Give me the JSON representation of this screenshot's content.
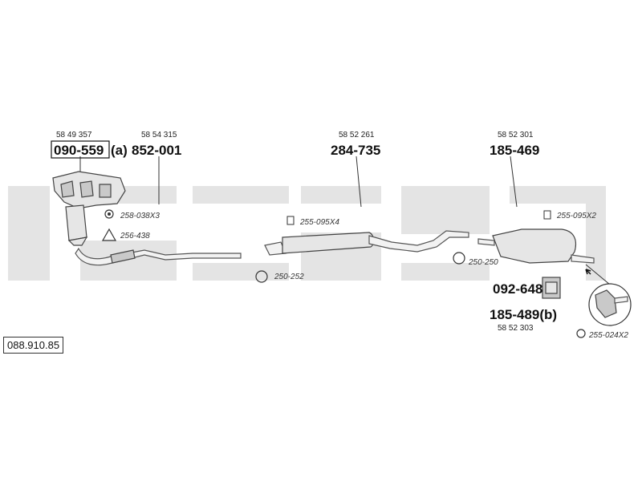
{
  "catalog_number": "088.910.85",
  "components": {
    "catalyst": {
      "ref": "58 49 357",
      "part_number": "090-559",
      "suffix": "(a)"
    },
    "front_pipe": {
      "ref": "58 54 315",
      "part_number": "852-001"
    },
    "middle_silencer": {
      "ref": "58 52 261",
      "part_number": "284-735"
    },
    "rear_silencer": {
      "ref": "58 52 301",
      "part_number": "185-469"
    },
    "rear_alt": {
      "ref": "58 52 303",
      "part_number": "185-489(b)",
      "mount": "092-648"
    }
  },
  "accessories": {
    "a1": "258-038X3",
    "a2": "256-438",
    "a3": "255-095X4",
    "a4": "250-252",
    "a5": "250-250",
    "a6": "255-095X2",
    "a7": "255-024X2"
  },
  "colors": {
    "watermark": "#e4e4e4",
    "line": "#333333"
  }
}
